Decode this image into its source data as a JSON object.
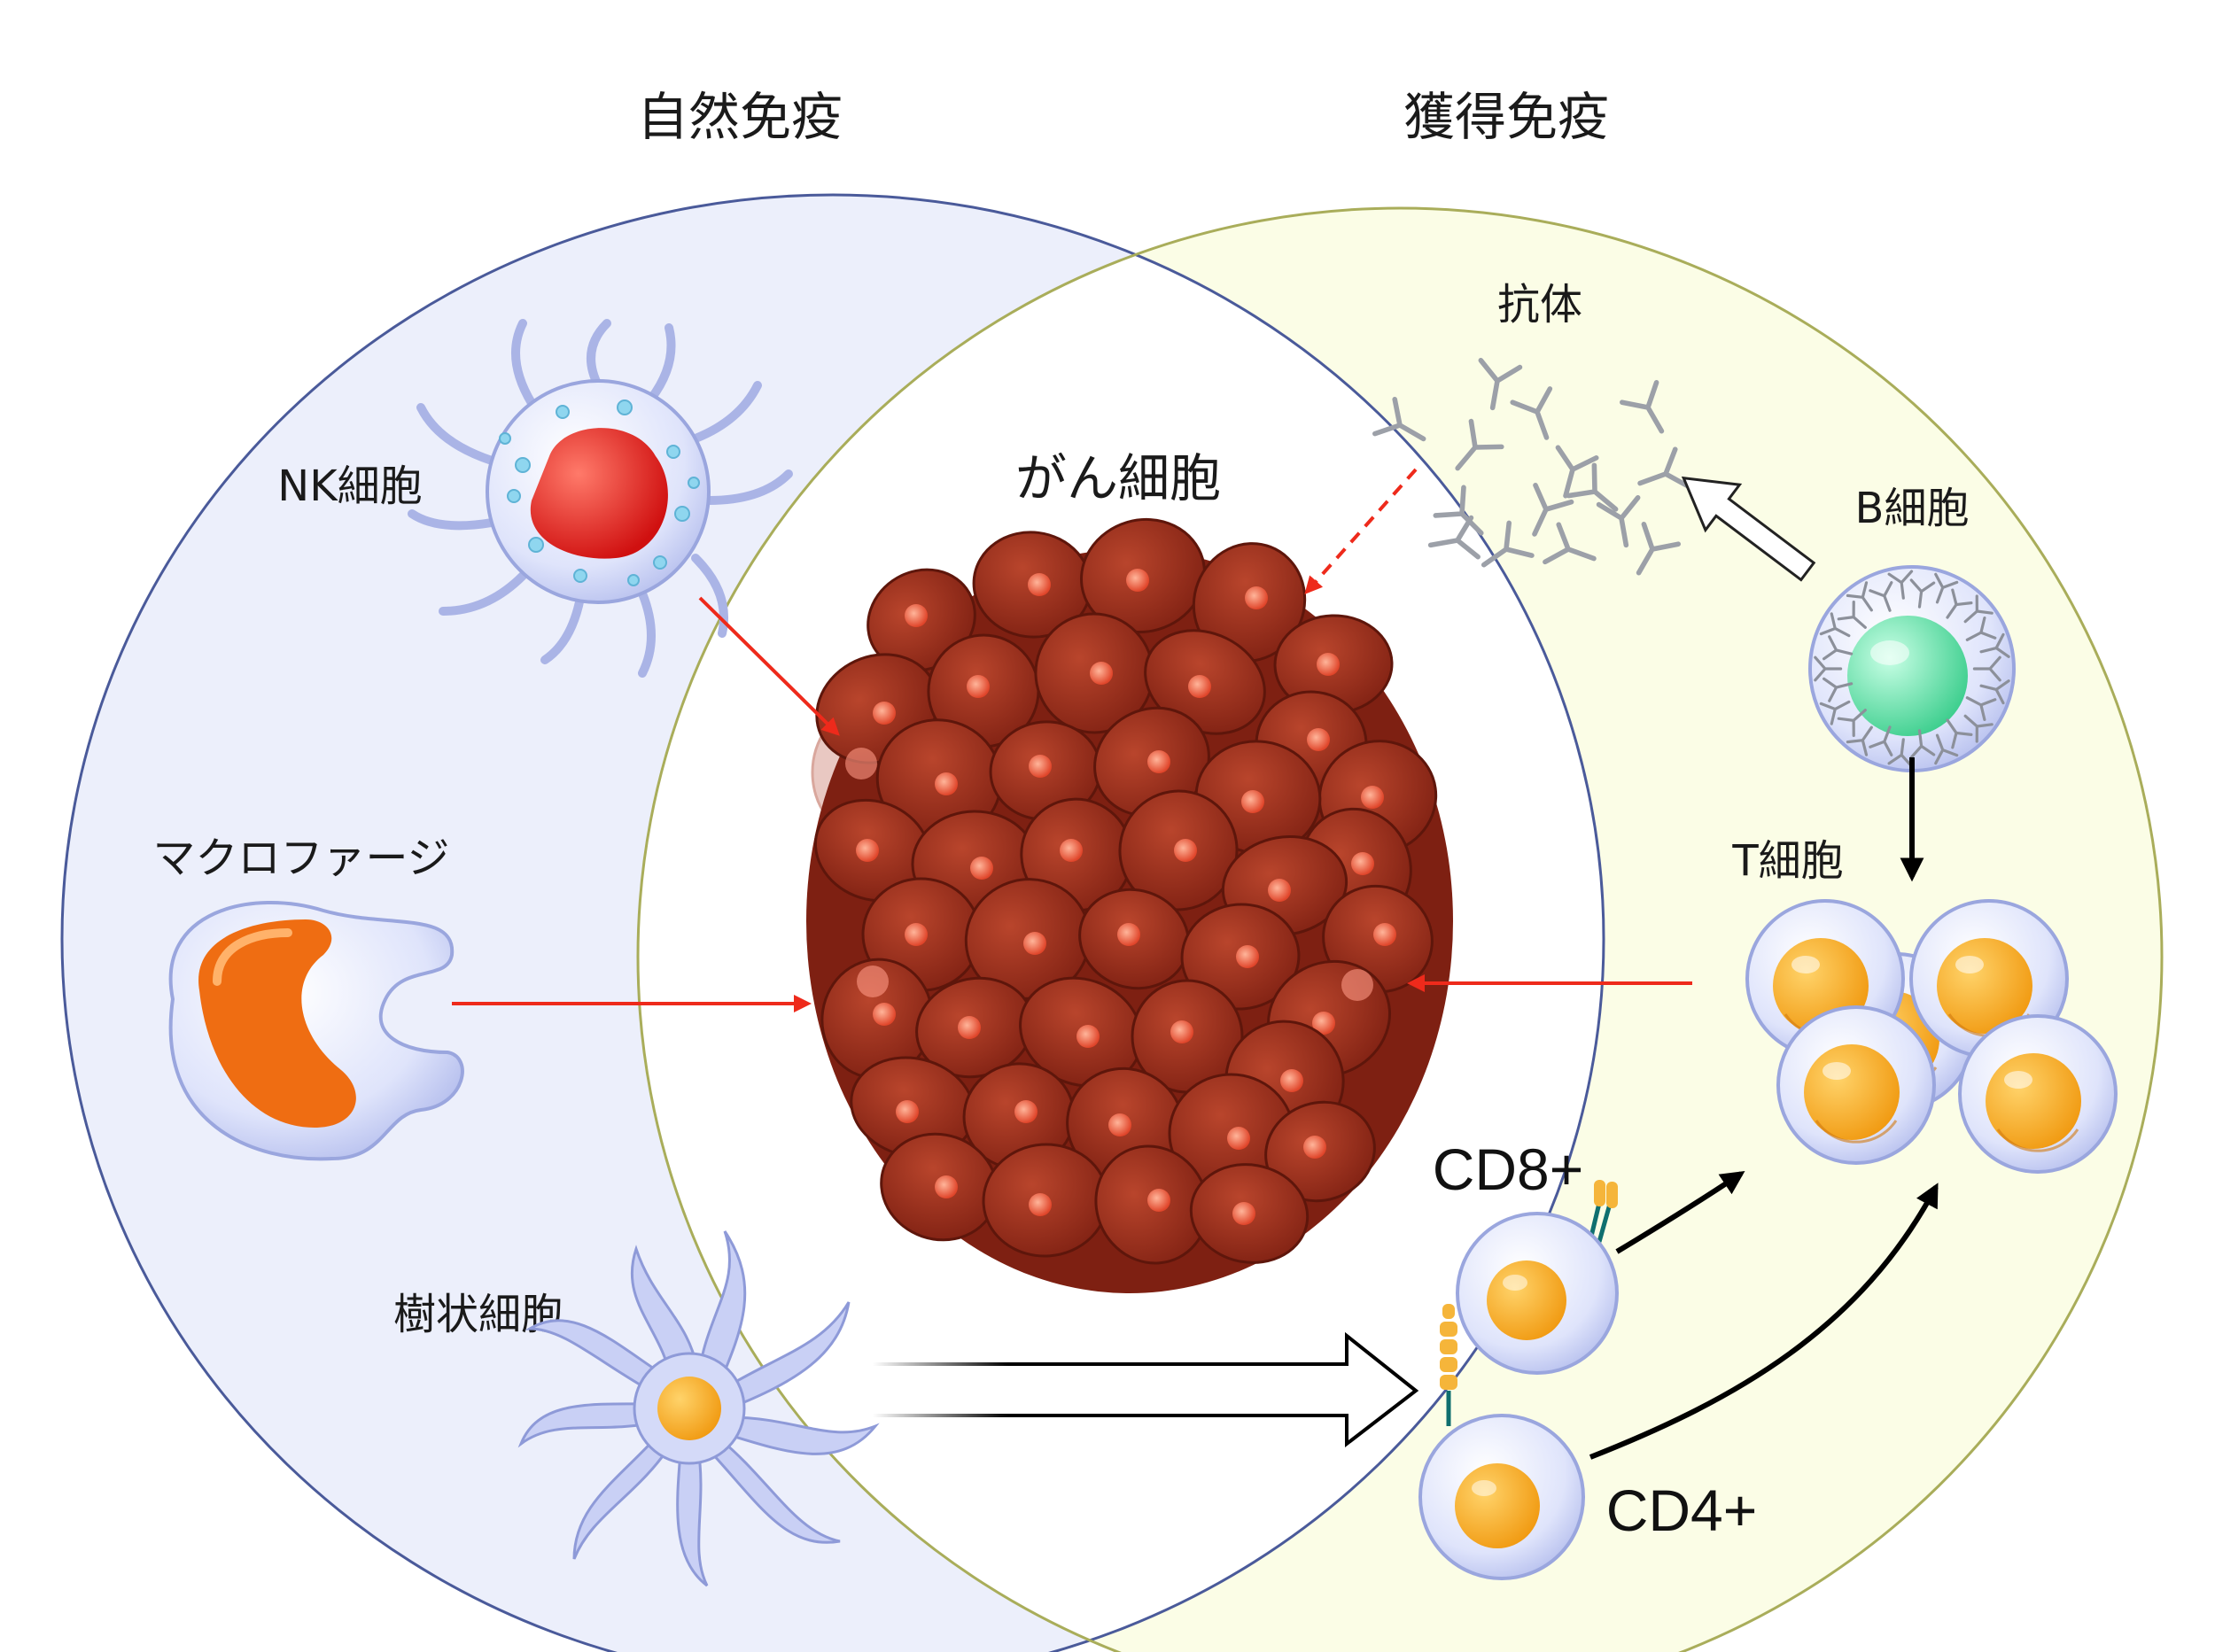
{
  "headings": {
    "innate": "自然免疫",
    "adaptive": "獲得免疫"
  },
  "cells": {
    "cancer": "がん細胞",
    "nk": "NK細胞",
    "macrophage": "マクロファージ",
    "dendritic": "樹状細胞",
    "antibody": "抗体",
    "b_cell": "B細胞",
    "t_cell": "T細胞",
    "cd8": "CD8+",
    "cd4": "CD4+"
  },
  "colors": {
    "innate_fill": "#eceffb",
    "innate_stroke": "#4a5a9a",
    "adaptive_fill": "#fbfde6",
    "adaptive_stroke": "#a9ad5a",
    "overlap_fill": "#ffffff",
    "attack_arrow": "#ee2a1b",
    "activation_arrow": "#000000",
    "cancer_cell": "#9b2d1c",
    "t_cell_nucleus": "#f6a927",
    "b_cell_nucleus": "#5fd8a4",
    "nk_nucleus": "#e31e1e",
    "macrophage_nucleus": "#ee6a10"
  },
  "icons": {
    "nk": "nk-cell-icon",
    "macrophage": "macrophage-icon",
    "dendritic": "dendritic-cell-icon",
    "cancer": "cancer-cell-cluster-icon",
    "antibody": "antibody-icon",
    "b_cell": "b-cell-icon",
    "t_cell": "t-cell-cluster-icon",
    "cd8": "cd8-t-cell-icon",
    "cd4": "cd4-t-cell-icon"
  }
}
